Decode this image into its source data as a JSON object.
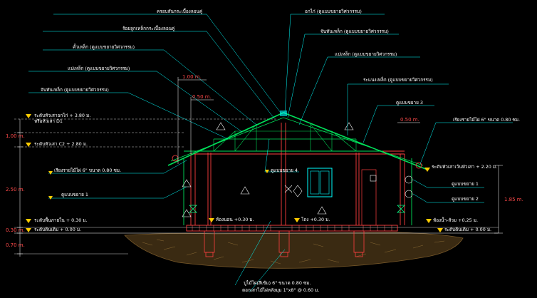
{
  "colors": {
    "background": "#000000",
    "roof": "#00e05a",
    "wall": "#ff4040",
    "leader": "#00ffff",
    "ground": "#7a5a2a",
    "level_marker": "#ffcc00",
    "dimension": "#ff4a4a"
  },
  "top_labels": [
    "ครอบสันกระเบื้องลอนคู่",
    "ร้อยลูกเหล็กกระเบื้องลอนคู่",
    "คั้วเหล็ก (ดูแบบขยายวิศวกรรม)",
    "แปเหล็ก (ดูแบบขยายวิศวกรรม)",
    "จันทันเหล็ก (ดูแบบขยายวิศวกรรม)"
  ],
  "right_top_labels": [
    "อกไก่ (ดูแบบขยายวิศวกรรม)",
    "จันทันเหล็ก (ดูแบบขยายวิศวกรรม)",
    "แปเหล็ก (ดูแบบขยายวิศวกรรม)",
    "ระแนงเหล็ก (ดูแบบขยายวิศวกรรม)"
  ],
  "left_levels": [
    "ระดับหัวเสาอกไก่ + 3.80 ม.",
    "หรือหัวเสา D1",
    "ระดับหัวเสา C2 + 2.80 ม.",
    "ระดับพื้นภายใน + 0.30 ม.",
    "ระดับดินเดิม + 0.00 ม."
  ],
  "left_dimensions": [
    "1.00 m.",
    "2.50 m.",
    "0.30 m.",
    "0.70 m."
  ],
  "top_dimensions": [
    "1.00 m.",
    "0.50 m.",
    "0.50 m."
  ],
  "right_dimension": "1.85 m.",
  "callouts": {
    "detail1_left": "ดูแบบขยาย 1",
    "detail3": "ดูแบบขยาย 3",
    "detail4": "ดูแบบขยาย 4",
    "detail1_right": "ดูแบบขยาย 1",
    "detail2_right": "ดูแบบขยาย 2",
    "bamboo_left": "เรียงรายไม้ไผ่ 6\" ขนาด 0.80 ซม.",
    "bamboo_right": "เรียงรายไม้ไผ่ 6\" ขนาด 0.80 ซม.",
    "right_level_top": "ระดับหัวเสาเว้นหัวเสา + 2.20 ม.",
    "right_level_floor": "ห้องน้ำ-ส้วม +0.25 ม.",
    "right_level_ground": "ระดับดินเดิม + 0.00 ม.",
    "floor_bedroom": "ห้องนอน +0.30 ม.",
    "floor_hall": "โถง +0.30 ม.",
    "bottom_1": "บูไม้ไผ่(สีเข้ม) 6\" ขนาด 0.80 ซม.",
    "bottom_2": "ตอกเสาไม้ไผ่หลังมุม 1\"x8\" @ 0.60 ม."
  }
}
